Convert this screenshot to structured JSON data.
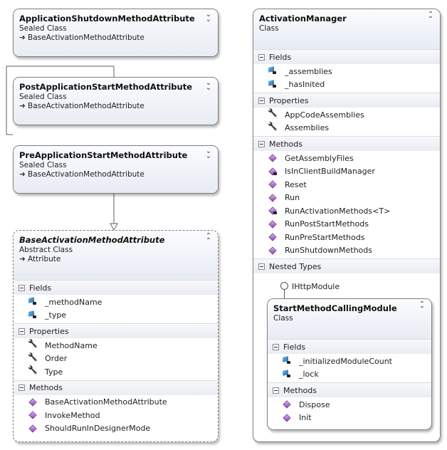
{
  "left_column": [
    {
      "id": "app-shutdown",
      "title": "ApplicationShutdownMethodAttribute",
      "kind": "Sealed Class",
      "base": "BaseActivationMethodAttribute",
      "chevron": "expand"
    },
    {
      "id": "post-app-start",
      "title": "PostApplicationStartMethodAttribute",
      "kind": "Sealed Class",
      "base": "BaseActivationMethodAttribute",
      "chevron": "expand"
    },
    {
      "id": "pre-app-start",
      "title": "PreApplicationStartMethodAttribute",
      "kind": "Sealed Class",
      "base": "BaseActivationMethodAttribute",
      "chevron": "expand"
    }
  ],
  "base_class": {
    "title": "BaseActivationMethodAttribute",
    "kind": "Abstract Class",
    "base": "Attribute",
    "chevron": "collapse",
    "sections": {
      "fields_label": "Fields",
      "fields": [
        "_methodName",
        "_type"
      ],
      "properties_label": "Properties",
      "properties": [
        "MethodName",
        "Order",
        "Type"
      ],
      "methods_label": "Methods",
      "methods": [
        "BaseActivationMethodAttribute",
        "InvokeMethod",
        "ShouldRunInDesignerMode"
      ]
    }
  },
  "activation_manager": {
    "title": "ActivationManager",
    "kind": "Class",
    "chevron": "collapse",
    "fields_label": "Fields",
    "fields": [
      "_assemblies",
      "_hasInited"
    ],
    "properties_label": "Properties",
    "properties": [
      "AppCodeAssemblies",
      "Assemblies"
    ],
    "methods_label": "Methods",
    "methods": [
      {
        "name": "GetAssemblyFiles",
        "private": false
      },
      {
        "name": "IsInClientBuildManager",
        "private": true
      },
      {
        "name": "Reset",
        "private": false
      },
      {
        "name": "Run",
        "private": false
      },
      {
        "name": "RunActivationMethods<T>",
        "private": true
      },
      {
        "name": "RunPostStartMethods",
        "private": false
      },
      {
        "name": "RunPreStartMethods",
        "private": false
      },
      {
        "name": "RunShutdownMethods",
        "private": false
      }
    ],
    "nested_label": "Nested Types",
    "interface": "IHttpModule",
    "nested": {
      "title": "StartMethodCallingModule",
      "kind": "Class",
      "chevron": "collapse",
      "fields_label": "Fields",
      "fields": [
        "_initializedModuleCount",
        "_lock"
      ],
      "methods_label": "Methods",
      "methods": [
        "Dispose",
        "Init"
      ]
    }
  },
  "icons": {
    "expand": "double-chevron-down-icon",
    "collapse": "double-chevron-up-icon",
    "inherit": "inheritance-arrow-icon",
    "field": "field-icon",
    "property": "wrench-icon",
    "method": "method-icon"
  }
}
